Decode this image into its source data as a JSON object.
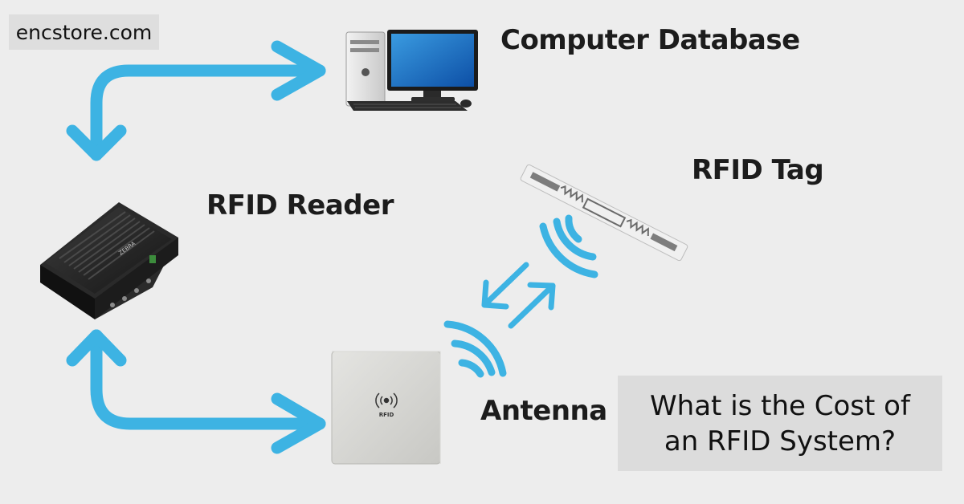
{
  "watermark": "encstore.com",
  "nodes": {
    "computer_database": "Computer Database",
    "rfid_reader": "RFID Reader",
    "rfid_tag": "RFID Tag",
    "antenna": "Antenna"
  },
  "device_labels": {
    "reader_brand": "ZEBRA",
    "antenna_logo": "RFID"
  },
  "headline": {
    "line1": "What is the Cost of",
    "line2": "an RFID System?"
  },
  "colors": {
    "arrow": "#3db3e3",
    "background": "#ededed"
  }
}
